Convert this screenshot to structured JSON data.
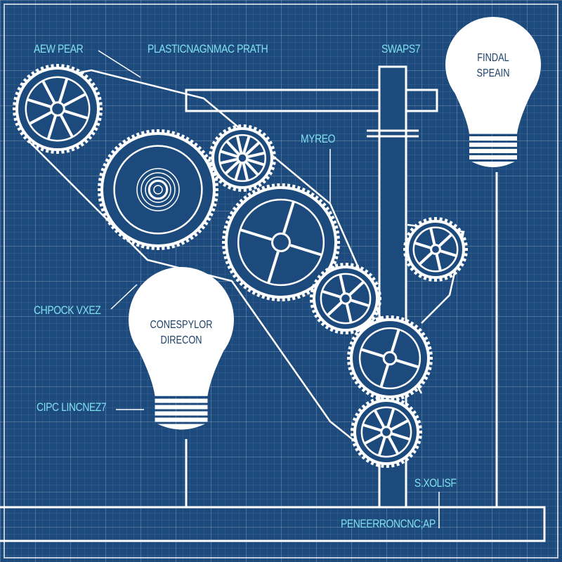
{
  "labels": {
    "top_left": "AEW PEAR",
    "top_center": "PLASTICNAGNMAC PRATH",
    "top_right": "SWAPS7",
    "mid": "MYREO",
    "left_upper": "CHPOCK VXEZ",
    "left_lower": "CIPC LINCNEZ7",
    "bottom_right": "S.XOLISF",
    "bottom_bar": "PENEERRONCNC;AP"
  },
  "bulbs": {
    "right": {
      "line1": "FINDAL",
      "line2": "SPEAIN"
    },
    "left": {
      "line1": "CONESPYLOR",
      "line2": "DIRECON"
    }
  },
  "colors": {
    "background": "#1d4a7c",
    "line": "#ffffff",
    "label": "#7fe0f0"
  }
}
